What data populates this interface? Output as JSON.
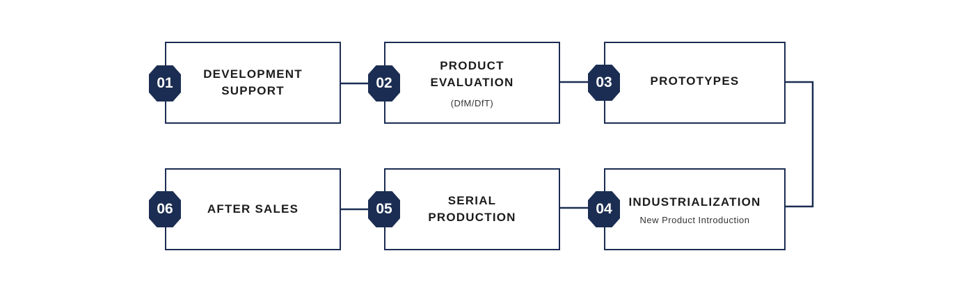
{
  "steps": [
    {
      "number": "01",
      "title_lines": [
        "DEVELOPMENT",
        "SUPPORT"
      ],
      "subtitle": ""
    },
    {
      "number": "02",
      "title_lines": [
        "PRODUCT",
        "EVALUATION"
      ],
      "subtitle": "(DfM/DfT)"
    },
    {
      "number": "03",
      "title_lines": [
        "PROTOTYPES"
      ],
      "subtitle": ""
    },
    {
      "number": "04",
      "title_lines": [
        "INDUSTRIALIZATION"
      ],
      "subtitle": "New Product Introduction"
    },
    {
      "number": "05",
      "title_lines": [
        "SERIAL",
        "PRODUCTION"
      ],
      "subtitle": ""
    },
    {
      "number": "06",
      "title_lines": [
        "AFTER SALES"
      ],
      "subtitle": ""
    }
  ],
  "colors": {
    "accent": "#1b2d52",
    "text": "#1c1c1c",
    "background": "#ffffff"
  }
}
